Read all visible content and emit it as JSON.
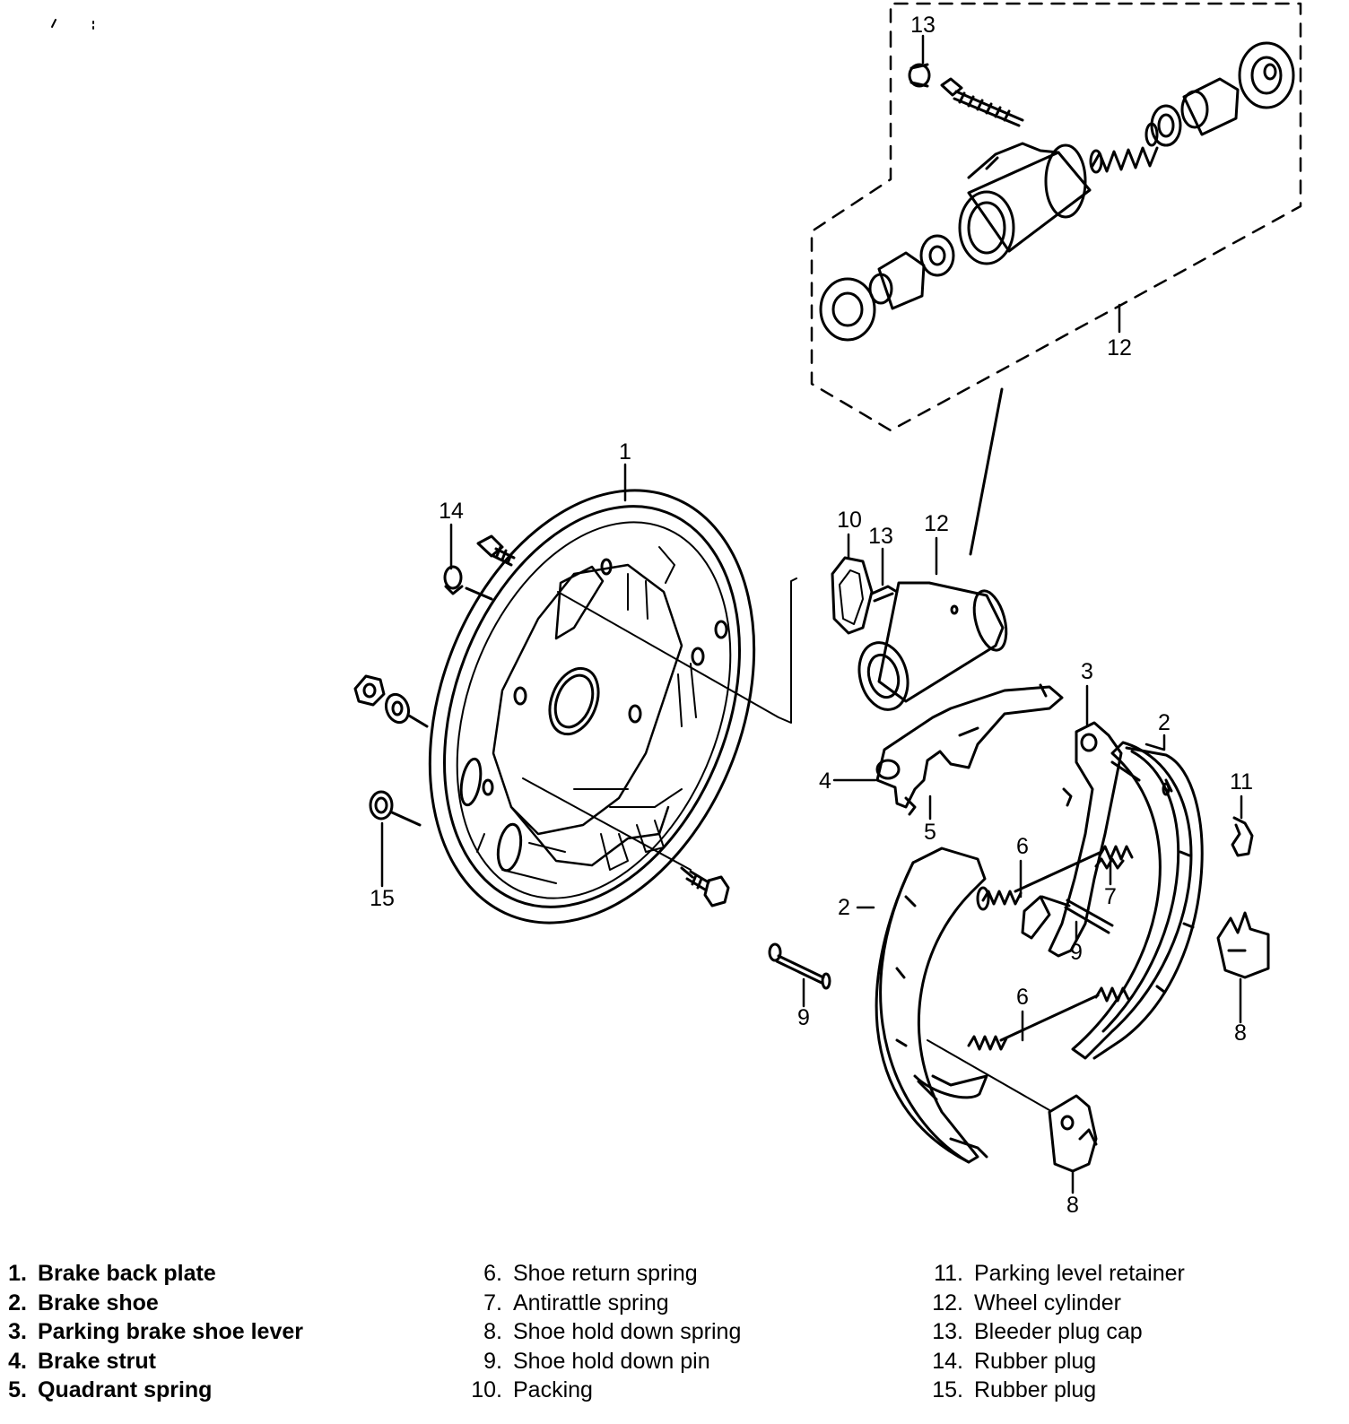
{
  "diagram": {
    "callouts": {
      "c1": "1",
      "c2a": "2",
      "c2b": "2",
      "c3": "3",
      "c4": "4",
      "c5": "5",
      "c6a": "6",
      "c6b": "6",
      "c7": "7",
      "c8a": "8",
      "c8b": "8",
      "c9a": "9",
      "c9b": "9",
      "c10": "10",
      "c11": "11",
      "c12a": "12",
      "c12b": "12",
      "c13a": "13",
      "c13b": "13",
      "c14": "14",
      "c15": "15"
    }
  },
  "legend": {
    "columns": [
      [
        {
          "num": "1.",
          "label": "Brake back plate"
        },
        {
          "num": "2.",
          "label": "Brake shoe"
        },
        {
          "num": "3.",
          "label": "Parking brake shoe lever"
        },
        {
          "num": "4.",
          "label": "Brake strut"
        },
        {
          "num": "5.",
          "label": "Quadrant spring"
        }
      ],
      [
        {
          "num": "6.",
          "label": "Shoe return spring"
        },
        {
          "num": "7.",
          "label": "Antirattle spring"
        },
        {
          "num": "8.",
          "label": "Shoe hold down spring"
        },
        {
          "num": "9.",
          "label": "Shoe hold down pin"
        },
        {
          "num": "10.",
          "label": "Packing"
        }
      ],
      [
        {
          "num": "11.",
          "label": "Parking level retainer"
        },
        {
          "num": "12.",
          "label": "Wheel cylinder"
        },
        {
          "num": "13.",
          "label": "Bleeder plug cap"
        },
        {
          "num": "14.",
          "label": "Rubber plug"
        },
        {
          "num": "15.",
          "label": "Rubber plug"
        }
      ]
    ]
  }
}
